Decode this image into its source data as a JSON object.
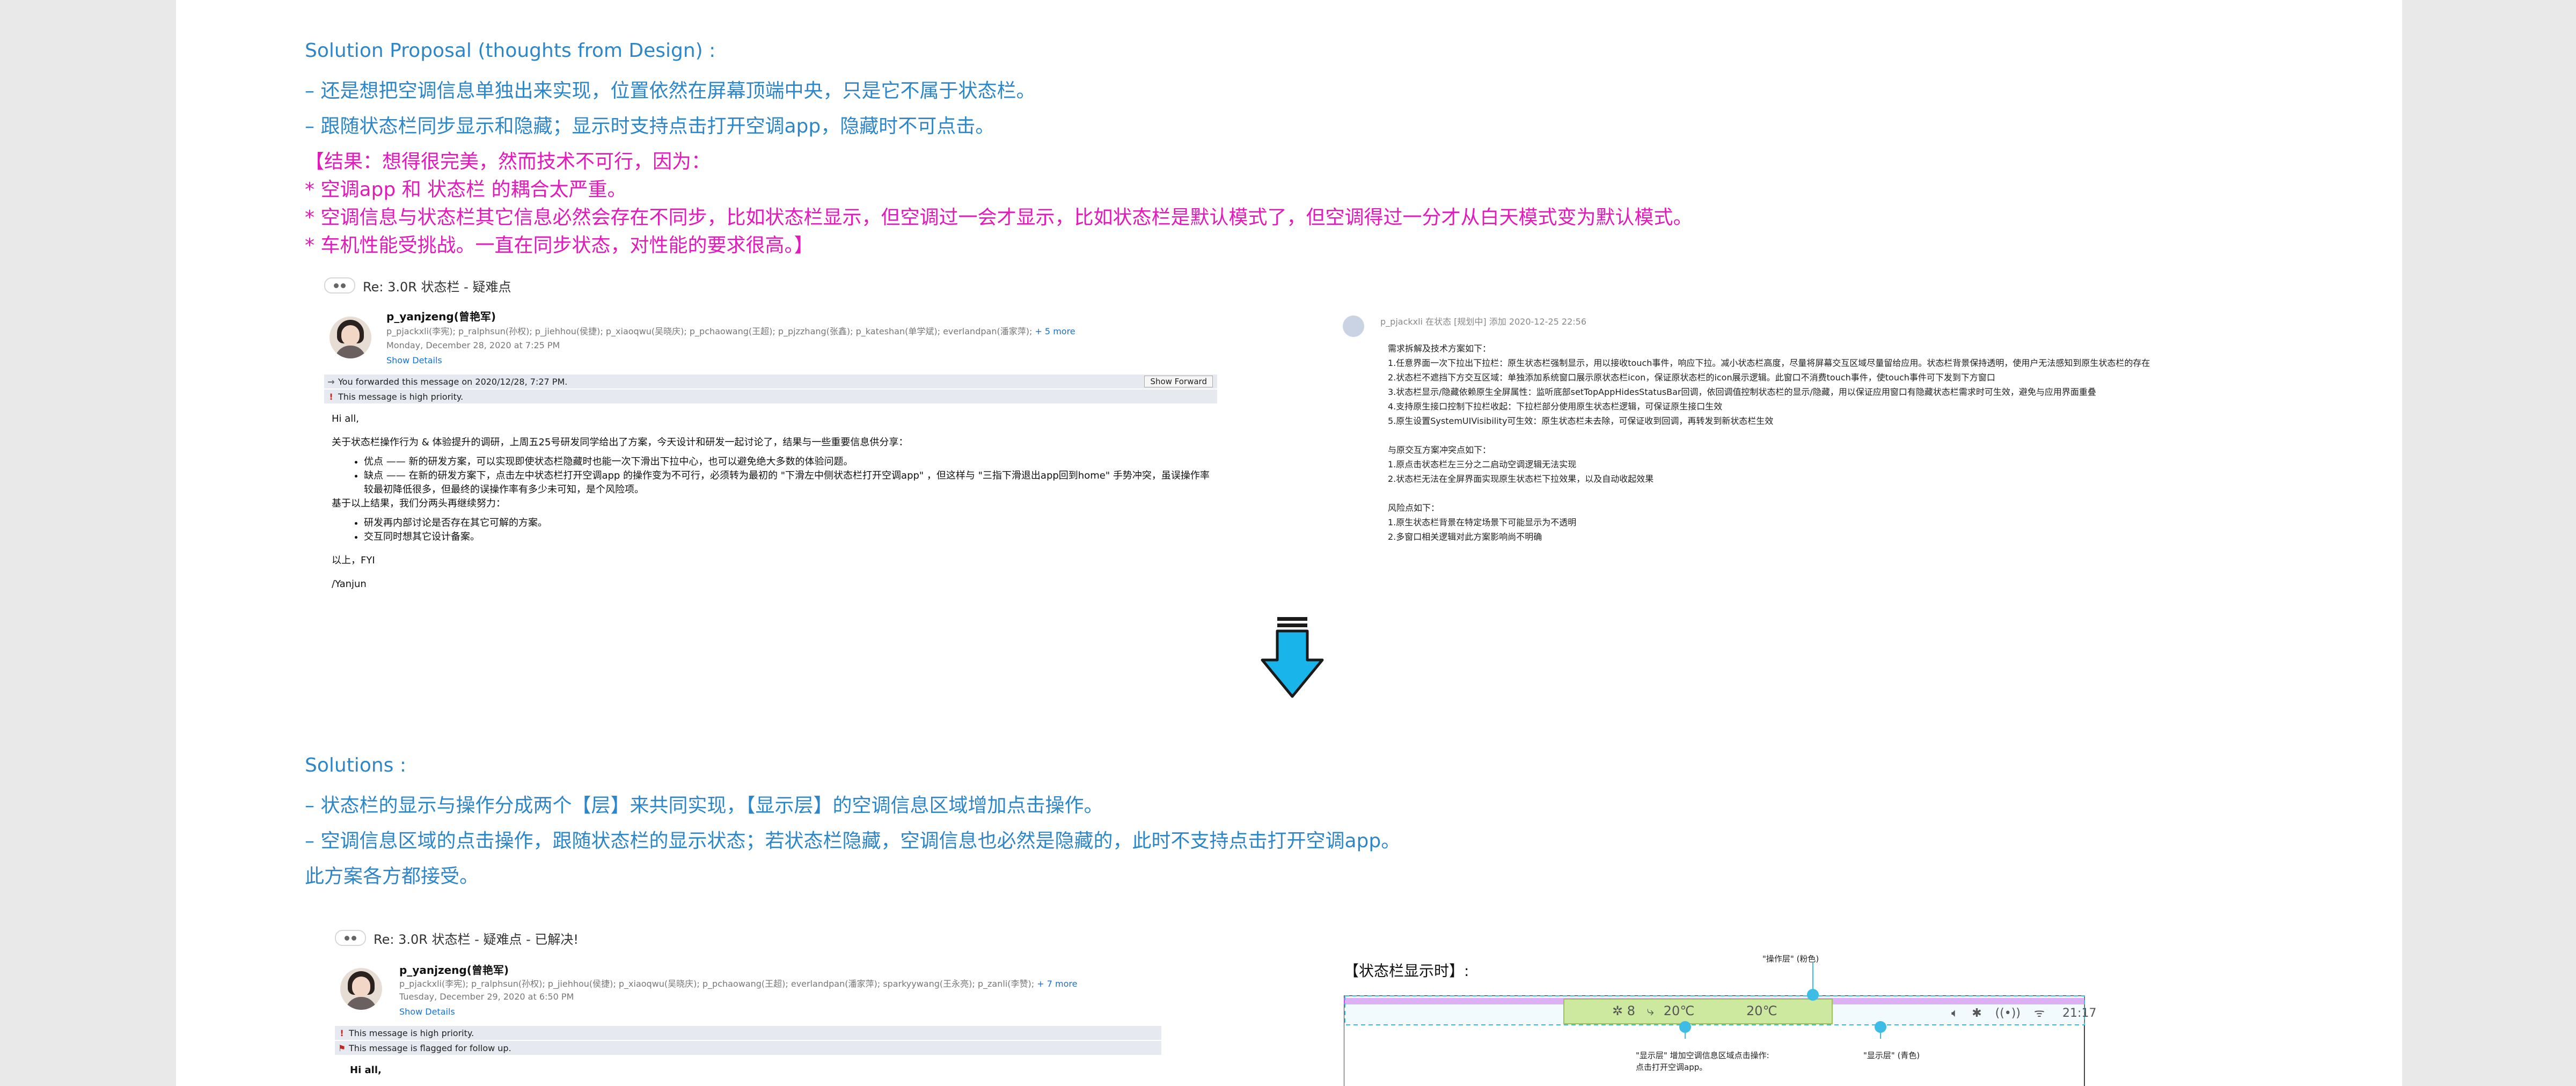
{
  "design": {
    "heading": "Solution Proposal (thoughts from Design) :",
    "lines": [
      "– 还是想把空调信息单独出来实现，位置依然在屏幕顶端中央，只是它不属于状态栏。",
      "– 跟随状态栏同步显示和隐藏；显示时支持点击打开空调app，隐藏时不可点击。"
    ],
    "result": [
      "【结果：想得很完美，然而技术不可行，因为：",
      "* 空调app 和 状态栏 的耦合太严重。",
      "* 空调信息与状态栏其它信息必然会存在不同步，比如状态栏显示，但空调过一会才显示，比如状态栏是默认模式了，但空调得过一分才从白天模式变为默认模式。",
      "* 车机性能受挑战。一直在同步状态，对性能的要求很高。】"
    ]
  },
  "email1": {
    "subject": "Re: 3.0R 状态栏 - 疑难点",
    "sender": "p_yanjzeng(曾艳军)",
    "recipients": "p_pjackxli(李宪);  p_ralphsun(孙权);  p_jiehhou(侯捷);  p_xiaoqwu(吴晓庆);  p_pchaowang(王超);  p_pjzzhang(张鑫);  p_kateshan(单学斌);  everlandpan(潘家萍);",
    "more": "+ 5 more",
    "date": "Monday, December 28, 2020 at 7:25 PM",
    "show_details": "Show Details",
    "forwarded": "You forwarded this message on 2020/12/28, 7:27 PM.",
    "forward_btn": "Show Forward",
    "priority": "This message is high priority.",
    "greeting": "Hi all,",
    "intro": "关于状态栏操作行为 & 体验提升的调研，上周五25号研发同学给出了方案，今天设计和研发一起讨论了，结果与一些重要信息供分享：",
    "bullets": [
      "优点 —— 新的研发方案，可以实现即使状态栏隐藏时也能一次下滑出下拉中心，也可以避免绝大多数的体验问题。",
      "缺点 —— 在新的研发方案下，点击左中状态栏打开空调app 的操作变为不可行，必须转为最初的 \"下滑左中侧状态栏打开空调app\" ，但这样与 \"三指下滑退出app回到home\" 手势冲突，虽误操作率较最初降低很多，但最终的误操作率有多少未可知，是个风险项。"
    ],
    "after": "基于以上结果，我们分两头再继续努力：",
    "bullets2": [
      "研发再内部讨论是否存在其它可解的方案。",
      "交互同时想其它设计备案。"
    ],
    "closing1": "以上，FYI",
    "closing2": "/Yanjun"
  },
  "comment": {
    "meta": "p_pjackxli   在状态 [规划中] 添加   2020-12-25 22:56",
    "lines": [
      "需求拆解及技术方案如下：",
      "1.任意界面一次下拉出下拉栏：原生状态栏强制显示，用以接收touch事件，响应下拉。减小状态栏高度，尽量将屏幕交互区域尽量留给应用。状态栏背景保持透明，使用户无法感知到原生状态栏的存在",
      "2.状态栏不遮挡下方交互区域：单独添加系统窗口展示原状态栏icon，保证原状态栏的icon展示逻辑。此窗口不消费touch事件，使touch事件可下发到下方窗口",
      "3.状态栏显示/隐藏依赖原生全屏属性：监听底部setTopAppHidesStatusBar回调，依回调值控制状态栏的显示/隐藏，用以保证应用窗口有隐藏状态栏需求时可生效，避免与应用界面重叠",
      "4.支持原生接口控制下拉栏收起：下拉栏部分使用原生状态栏逻辑，可保证原生接口生效",
      "5.原生设置SystemUIVisibility可生效：原生状态栏未去除，可保证收到回调，再转发到新状态栏生效",
      "",
      "与原交互方案冲突点如下：",
      "1.原点击状态栏左三分之二启动空调逻辑无法实现",
      "2.状态栏无法在全屏界面实现原生状态栏下拉效果，以及自动收起效果",
      "",
      "风险点如下：",
      "1.原生状态栏背景在特定场景下可能显示为不透明",
      "2.多窗口相关逻辑对此方案影响尚不明确"
    ]
  },
  "solutions": {
    "heading": "Solutions :",
    "lines": [
      "– 状态栏的显示与操作分成两个【层】来共同实现，【显示层】的空调信息区域增加点击操作。",
      "– 空调信息区域的点击操作，跟随状态栏的显示状态；若状态栏隐藏，空调信息也必然是隐藏的，此时不支持点击打开空调app。",
      "此方案各方都接受。"
    ]
  },
  "email2": {
    "subject": "Re: 3.0R 状态栏 - 疑难点 - 已解决!",
    "sender": "p_yanjzeng(曾艳军)",
    "recipients": "p_pjackxli(李宪);  p_ralphsun(孙权);  p_jiehhou(侯捷);  p_xiaoqwu(吴晓庆);  p_pchaowang(王超);  everlandpan(潘家萍);  sparkyywang(王永亮);  p_zanli(李赞);",
    "more": "+ 7 more",
    "date": "Tuesday, December 29, 2020 at 6:50 PM",
    "show_details": "Show Details",
    "priority": "This message is high priority.",
    "flagged": "This message is flagged for follow up.",
    "greeting": "Hi all,"
  },
  "diagram": {
    "title": "【状态栏显示时】:",
    "label_op": "\"操作层\" (粉色)",
    "label_disp": "\"显示层\" (青色)",
    "note": "\"显示层\" 增加空调信息区域点击操作:",
    "note2": "点击打开空调app。",
    "temp_left": "20℃",
    "temp_right": "20℃",
    "fan": "8",
    "time": "21:17"
  },
  "colors": {
    "blue_text": "#2e86c9",
    "magenta_text": "#e31ab9",
    "arrow": "#19b4ea",
    "op_layer": "#c949e5",
    "disp_layer": "#3dbde6",
    "ac_area": "#cde89f"
  }
}
